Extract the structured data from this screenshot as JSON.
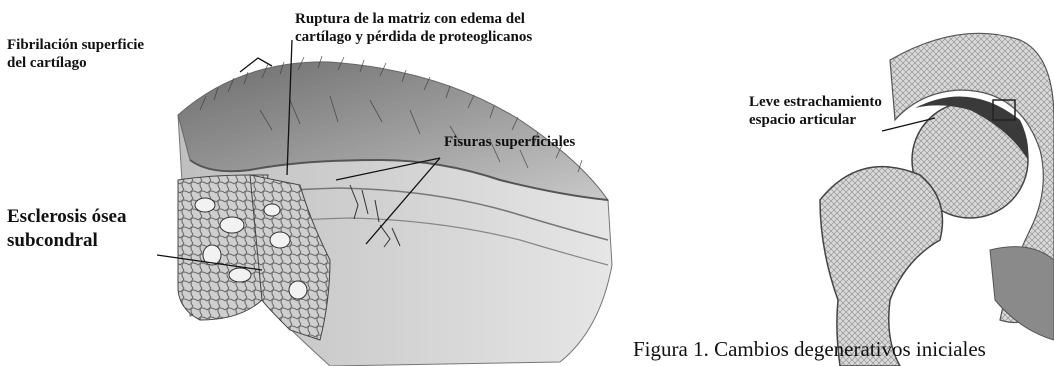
{
  "labels": {
    "fibrilacion": [
      "Fibrilación superficie",
      "del cartílago"
    ],
    "ruptura": [
      "Ruptura de la matriz con edema del",
      "cartílago y pérdida de proteoglicanos"
    ],
    "fisuras": "Fisuras superficiales",
    "esclerosis": [
      "Esclerosis ósea",
      "subcondral"
    ],
    "leve": [
      "Leve estrachamiento",
      "espacio articular"
    ]
  },
  "caption": "Figura 1. Cambios degenerativos iniciales"
}
